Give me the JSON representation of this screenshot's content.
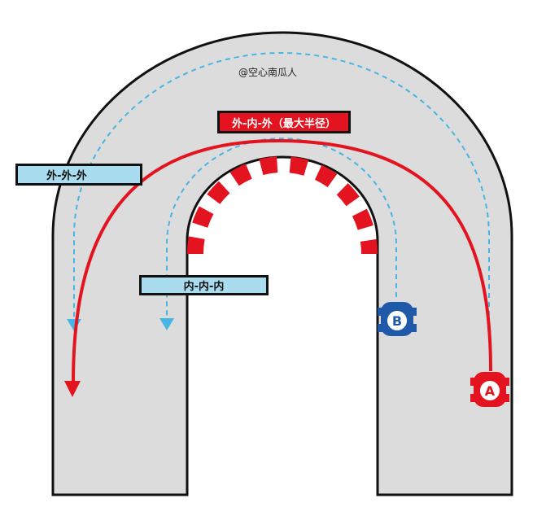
{
  "watermark": "@空心南瓜人",
  "labels": {
    "outer_outer_outer": "外-外-外",
    "inner_inner_inner": "内-内-内",
    "outer_inner_outer": "外-内-外（最大半径）"
  },
  "cars": {
    "car_a": "A",
    "car_b": "B"
  },
  "colors": {
    "track": "#dcdcdc",
    "track_border": "#111111",
    "racing_line": "#e3141f",
    "alt_lines": "#45b5e6",
    "label_fill_blue": "#a8dcee",
    "label_fill_red": "#e3141f",
    "car_b": "#1f5aa8",
    "car_a": "#e3141f",
    "kerb_red": "#e3141f"
  }
}
